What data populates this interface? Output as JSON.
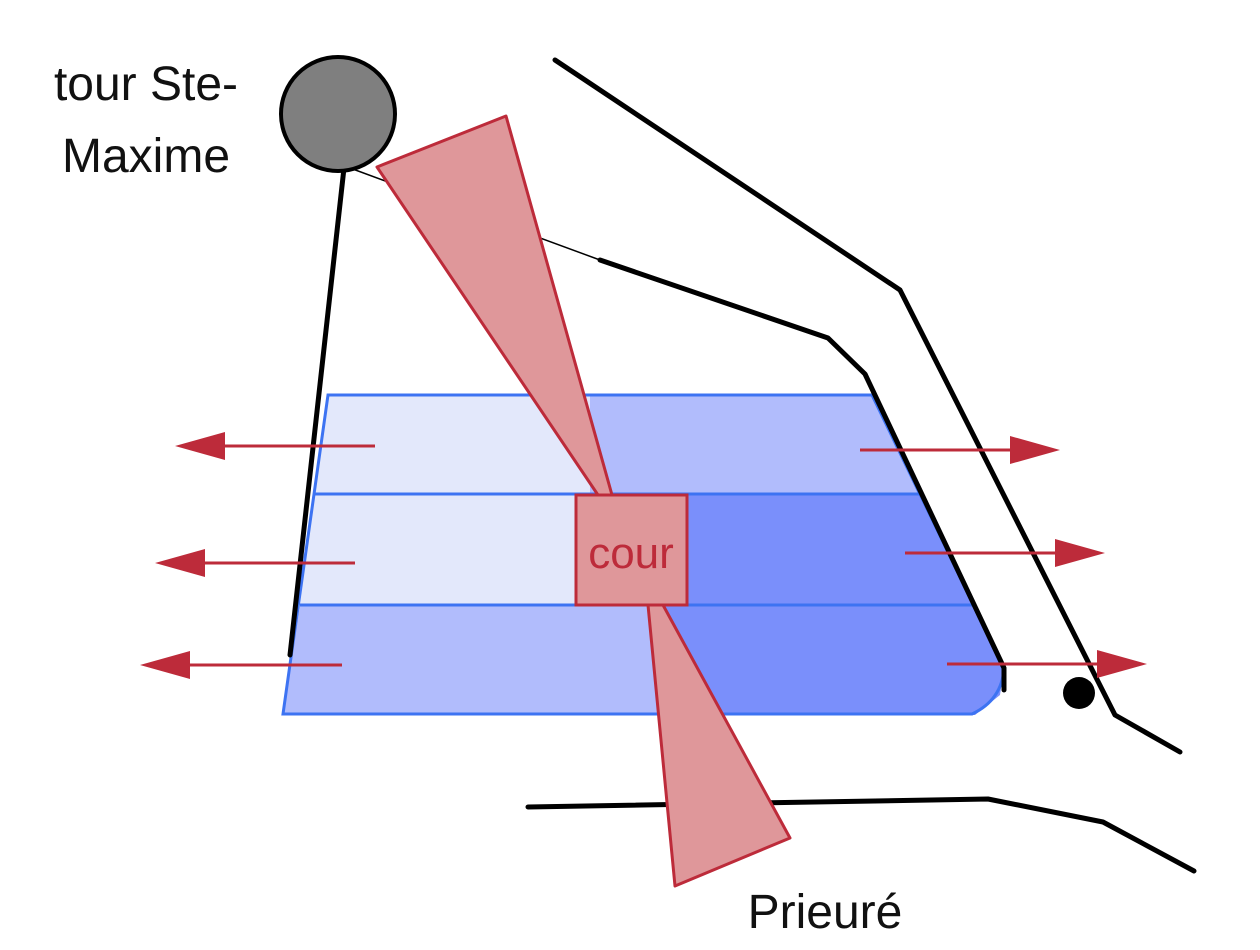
{
  "labels": {
    "tower_line1": "tour Ste-",
    "tower_line2": "Maxime",
    "court": "cour",
    "priory": "Prieuré"
  },
  "colors": {
    "band_very_light": "#e3e8fb",
    "band_light": "#b1bcfc",
    "band_medium": "#7a8ffb",
    "band_edge": "#3d73f2",
    "red_fill": "#df979a",
    "red_stroke": "#bd2b3a",
    "tower_fill": "#7f7f7f",
    "line": "#000000"
  },
  "icons": {
    "tower": "circle-tower-icon",
    "arrow": "arrow-icon",
    "point": "dot-icon"
  }
}
